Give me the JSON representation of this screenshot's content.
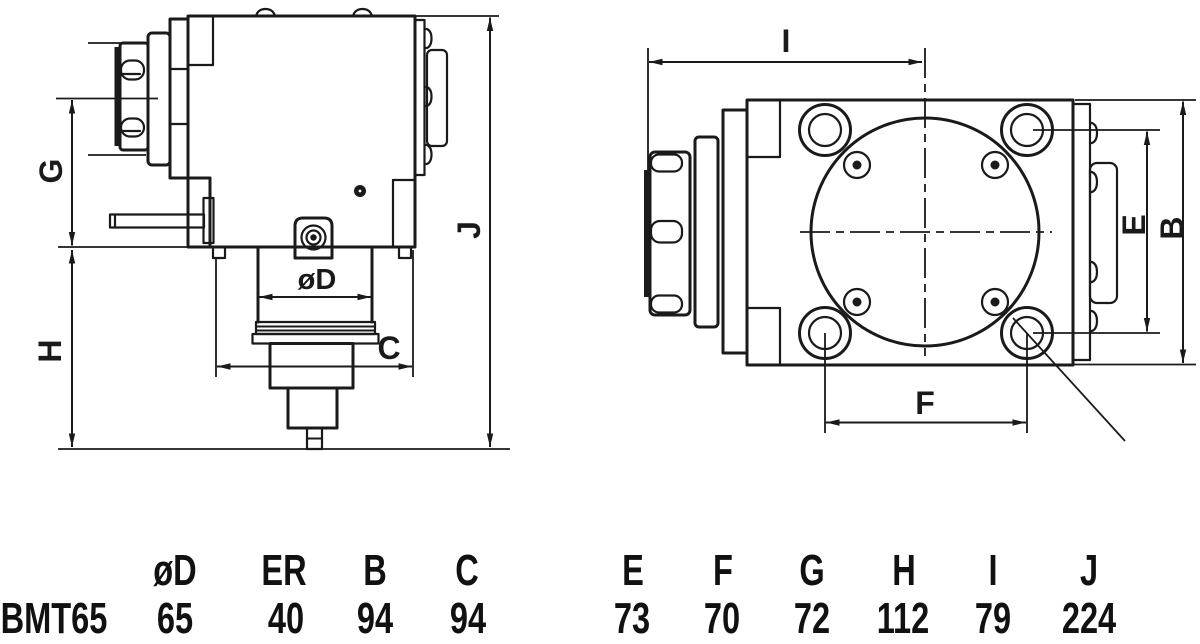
{
  "drawing": {
    "side_view_labels": {
      "g": "G",
      "h": "H",
      "j": "J",
      "d": "øD",
      "c": "C"
    },
    "front_view_labels": {
      "i": "I",
      "e": "E",
      "b": "B",
      "f": "F"
    }
  },
  "table": {
    "row_label": "BMT65",
    "headers": [
      "øD",
      "ER",
      "B",
      "C",
      "E",
      "F",
      "G",
      "H",
      "I",
      "J"
    ],
    "values": [
      65,
      40,
      94,
      94,
      73,
      70,
      72,
      112,
      79,
      224
    ]
  },
  "colors": {
    "line": "#1a1a1a",
    "background": "#ffffff"
  }
}
